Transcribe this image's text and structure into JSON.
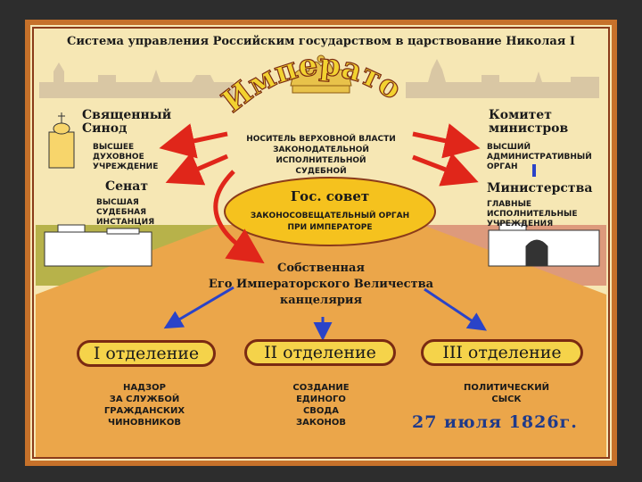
{
  "title": "Система управления Российским государством в царствование Николая I",
  "emperor": {
    "title": "Император",
    "description": [
      "НОСИТЕЛЬ ВЕРХОВНОЙ ВЛАСТИ",
      "ЗАКОНОДАТЕЛЬНОЙ",
      "ИСПОЛНИТЕЛЬНОЙ",
      "СУДЕБНОЙ"
    ]
  },
  "synod": {
    "title": [
      "Священный",
      "Синод"
    ],
    "description": [
      "ВЫСШЕЕ",
      "ДУХОВНОЕ",
      "УЧРЕЖДЕНИЕ"
    ]
  },
  "senate": {
    "title": "Сенат",
    "description": [
      "ВЫСШАЯ",
      "СУДЕБНАЯ",
      "ИНСТАНЦИЯ"
    ]
  },
  "committee": {
    "title": [
      "Комитет",
      "министров"
    ],
    "description": [
      "ВЫСШИЙ",
      "АДМИНИСТРАТИВНЫЙ",
      "ОРГАН"
    ]
  },
  "ministries": {
    "title": "Министерства",
    "description": [
      "ГЛАВНЫЕ",
      "ИСПОЛНИТЕЛЬНЫЕ",
      "УЧРЕЖДЕНИЯ"
    ]
  },
  "council": {
    "title": "Гос. совет",
    "description": [
      "ЗАКОНОСОВЕЩАТЕЛЬНЫЙ ОРГАН",
      "ПРИ ИМПЕРАТОРЕ"
    ]
  },
  "chancellery": {
    "title": [
      "Собственная",
      "Его Императорского Величества",
      "канцелярия"
    ]
  },
  "departments": [
    {
      "label": "I отделение",
      "description": [
        "НАДЗОР",
        "ЗА СЛУЖБОЙ",
        "ГРАЖДАНСКИХ",
        "ЧИНОВНИКОВ"
      ]
    },
    {
      "label": "II отделение",
      "description": [
        "СОЗДАНИЕ",
        "ЕДИНОГО",
        "СВОДА",
        "ЗАКОНОВ"
      ]
    },
    {
      "label": "III отделение",
      "description": [
        "ПОЛИТИЧЕСКИЙ",
        "СЫСК"
      ]
    }
  ],
  "date": "27 июля 1826г.",
  "colors": {
    "frame": "#c6712a",
    "background": "#f6e7b4",
    "road": "#eba64a",
    "left_field": "#b7b24a",
    "right_field": "#dd9a7c",
    "ellipse": "#f5c21e",
    "red_arrow": "#e0261a",
    "blue_arrow": "#2a43c8"
  }
}
